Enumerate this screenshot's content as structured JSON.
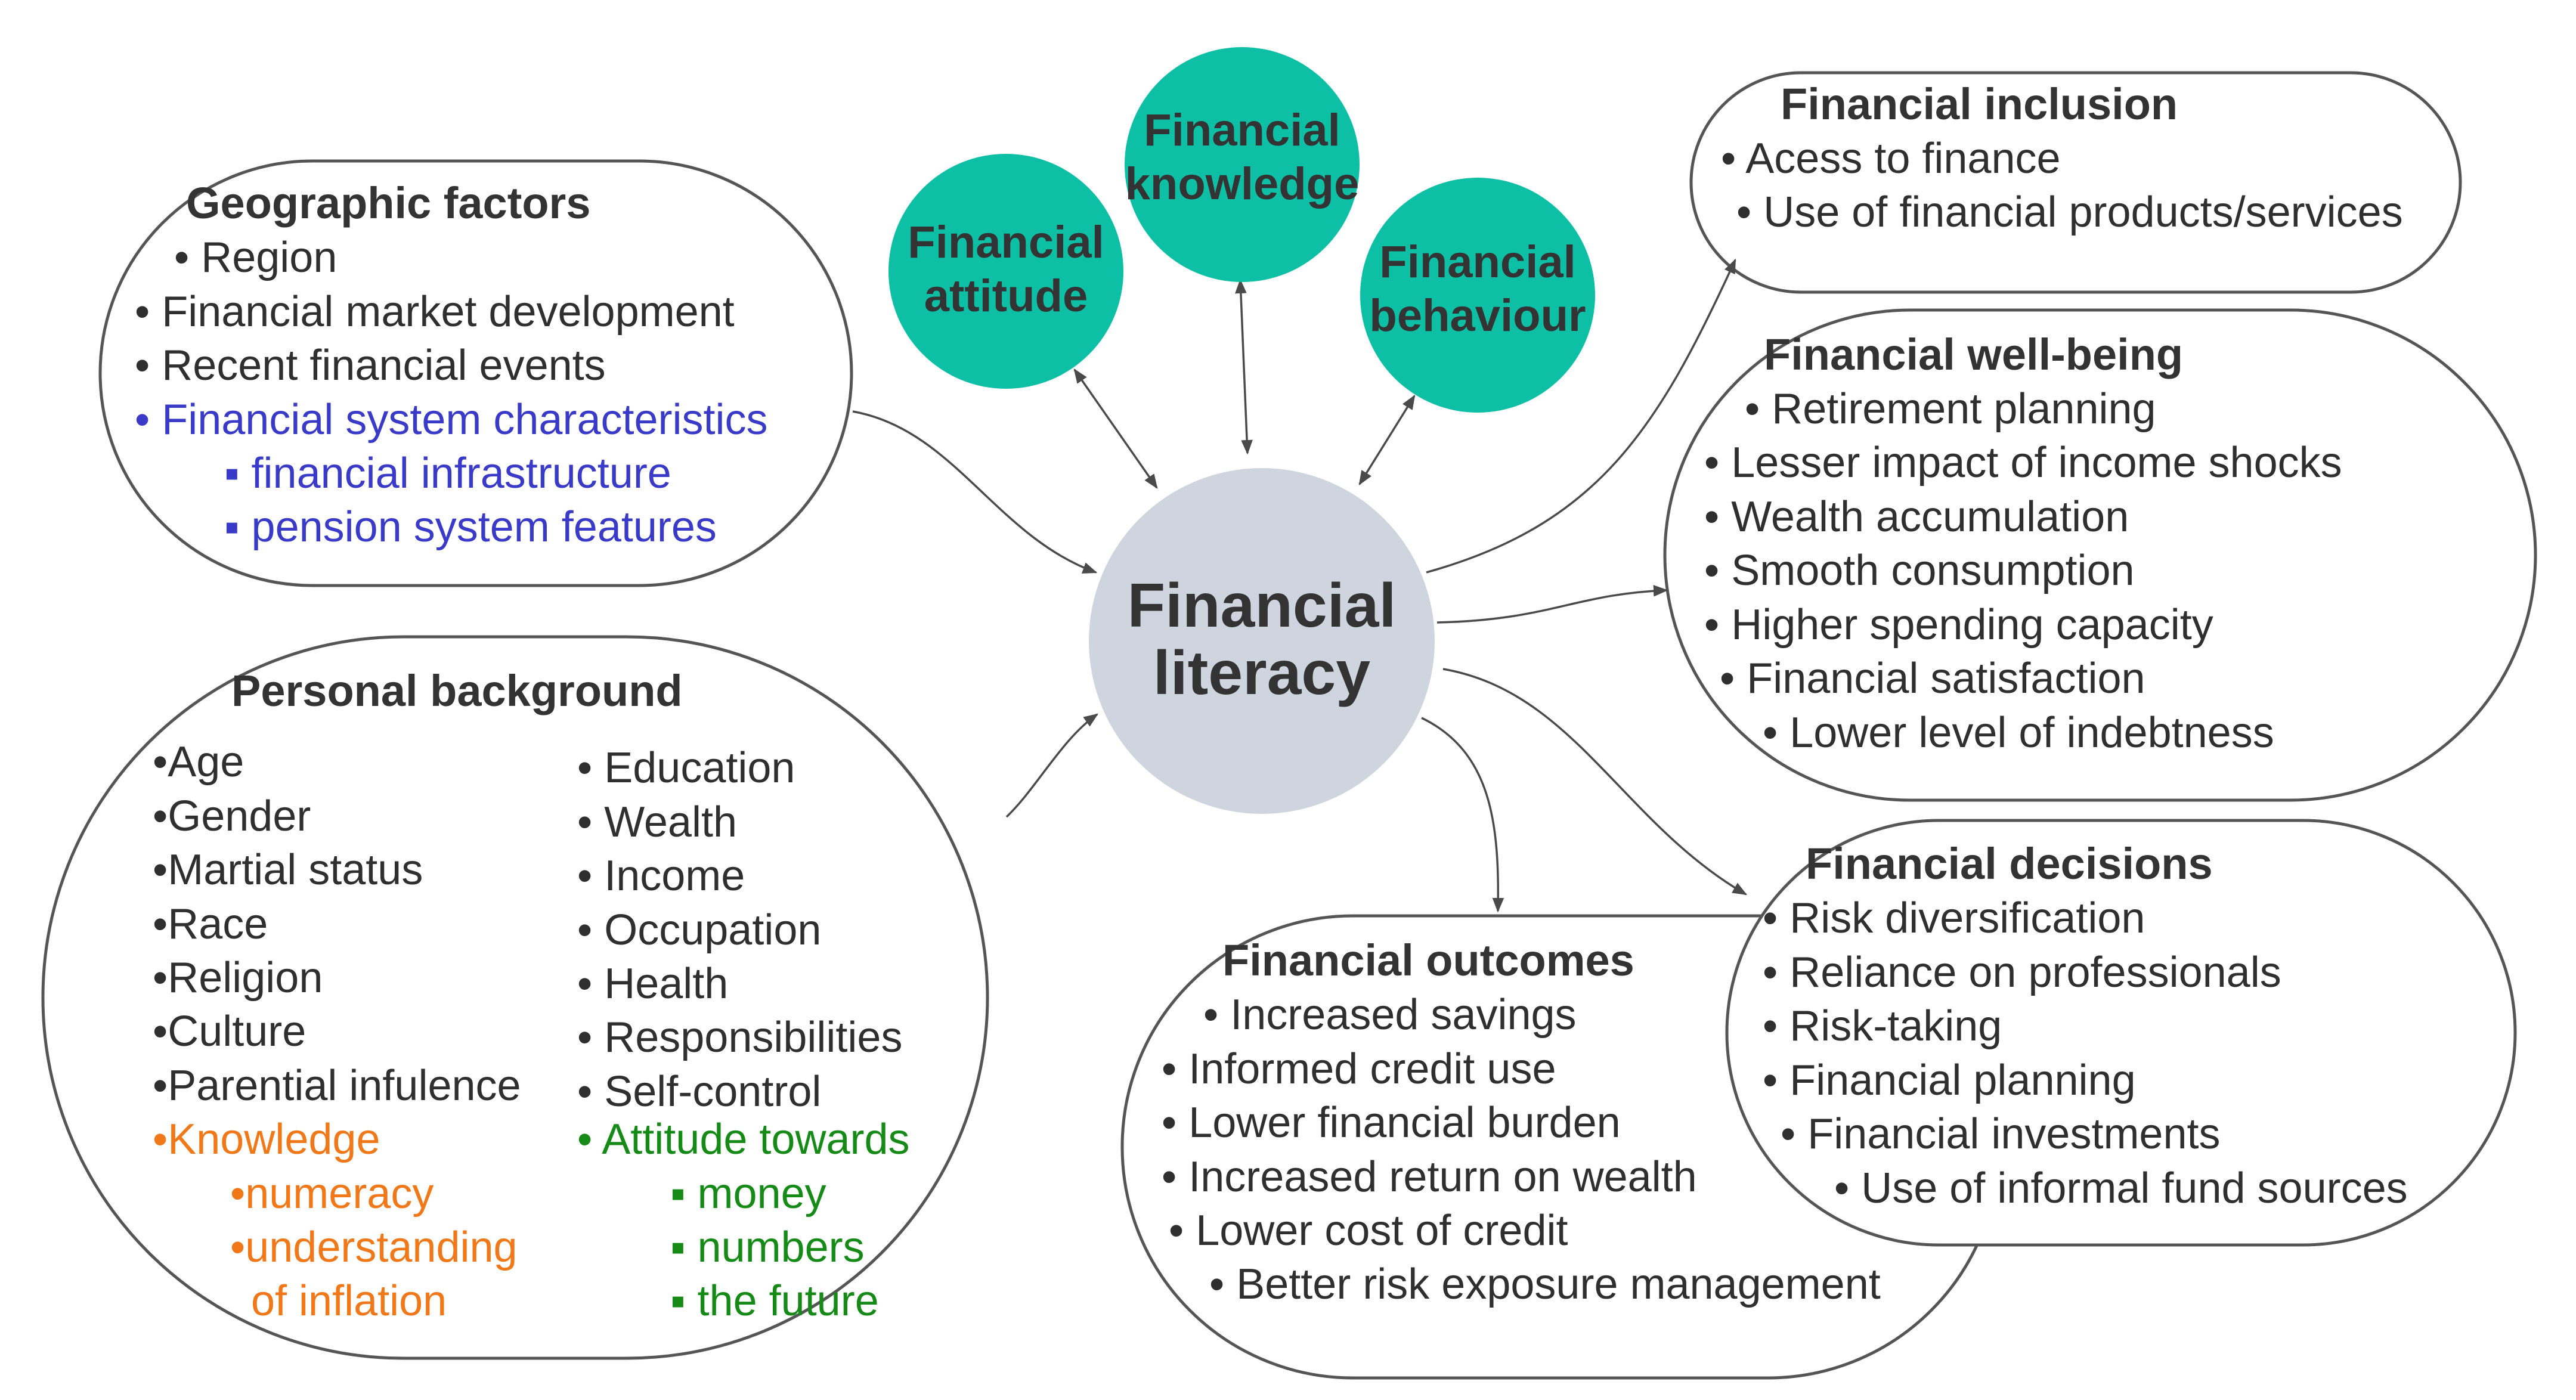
{
  "center": {
    "line1": "Financial",
    "line2": "literacy",
    "color": "#cfd5de"
  },
  "satellites": {
    "color": "#0dbfa5",
    "attitude": {
      "line1": "Financial",
      "line2": "attitude"
    },
    "knowledge": {
      "line1": "Financial",
      "line2": "knowledge"
    },
    "behaviour": {
      "line1": "Financial",
      "line2": "behaviour"
    }
  },
  "geographic": {
    "title": "Geographic factors",
    "items": [
      "Region",
      "Financial market development",
      "Recent financial events",
      "Financial system characteristics"
    ],
    "sub_items": [
      "financial infrastructure",
      "pension system features"
    ]
  },
  "personal": {
    "title": "Personal background",
    "col1": [
      "Age",
      "Gender",
      "Martial status",
      "Race",
      "Religion",
      "Culture",
      "Parential infulence",
      "Knowledge"
    ],
    "col1_sub": [
      "numeracy",
      "understanding",
      "of inflation"
    ],
    "col2": [
      "Education",
      "Wealth",
      "Income",
      "Occupation",
      "Health",
      "Responsibilities",
      "Self-control",
      "Attitude towards"
    ],
    "col2_sub": [
      "money",
      "numbers",
      "the future"
    ]
  },
  "inclusion": {
    "title": "Financial inclusion",
    "items": [
      "Acess to finance",
      "Use of financial products/services"
    ]
  },
  "wellbeing": {
    "title": "Financial well-being",
    "items": [
      "Retirement planning",
      "Lesser impact of income shocks",
      "Wealth accumulation",
      "Smooth consumption",
      "Higher spending capacity",
      "Financial satisfaction",
      "Lower level of indebtness"
    ]
  },
  "decisions": {
    "title": "Financial decisions",
    "items": [
      "Risk diversification",
      "Reliance on professionals",
      "Risk-taking",
      "Financial planning",
      "Financial investments",
      "Use of informal fund sources"
    ]
  },
  "outcomes": {
    "title": "Financial outcomes",
    "items": [
      "Increased savings",
      "Informed credit use",
      "Lower financial burden",
      "Increased return on wealth",
      "Lower cost of credit",
      "Better risk exposure management"
    ]
  },
  "colors": {
    "blue": "#3a3ac8",
    "orange": "#f07818",
    "green": "#168a16"
  }
}
